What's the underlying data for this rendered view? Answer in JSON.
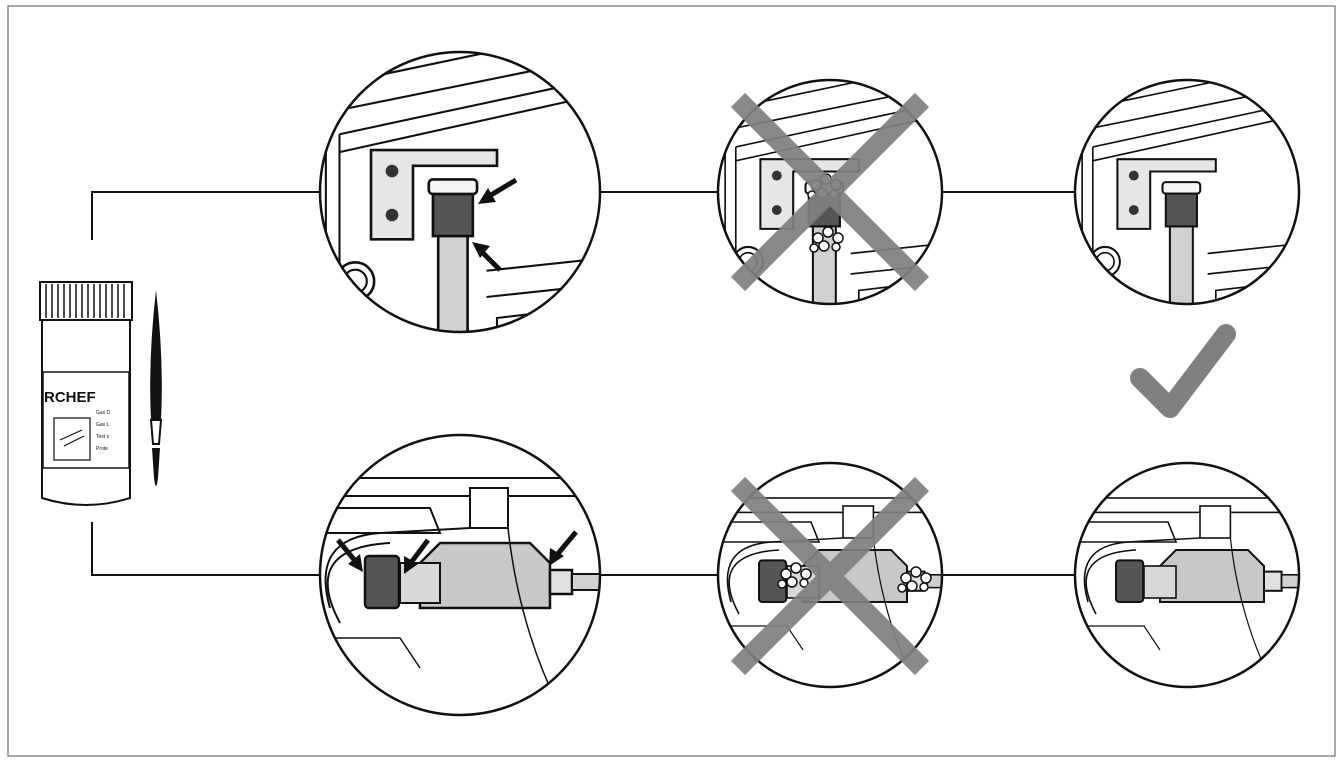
{
  "diagram": {
    "bottle": {
      "brand_label": "RCHEF",
      "label_lines": [
        "Gas D",
        "Gas L",
        "Test s",
        "Prote"
      ]
    },
    "result_marks": {
      "wrong_icon": "cross-icon",
      "correct_icon": "check-icon"
    },
    "colors": {
      "line": "#111111",
      "mark_gray": "#808080",
      "part_gray": "#c8c8c8",
      "dark_part": "#555555"
    }
  }
}
